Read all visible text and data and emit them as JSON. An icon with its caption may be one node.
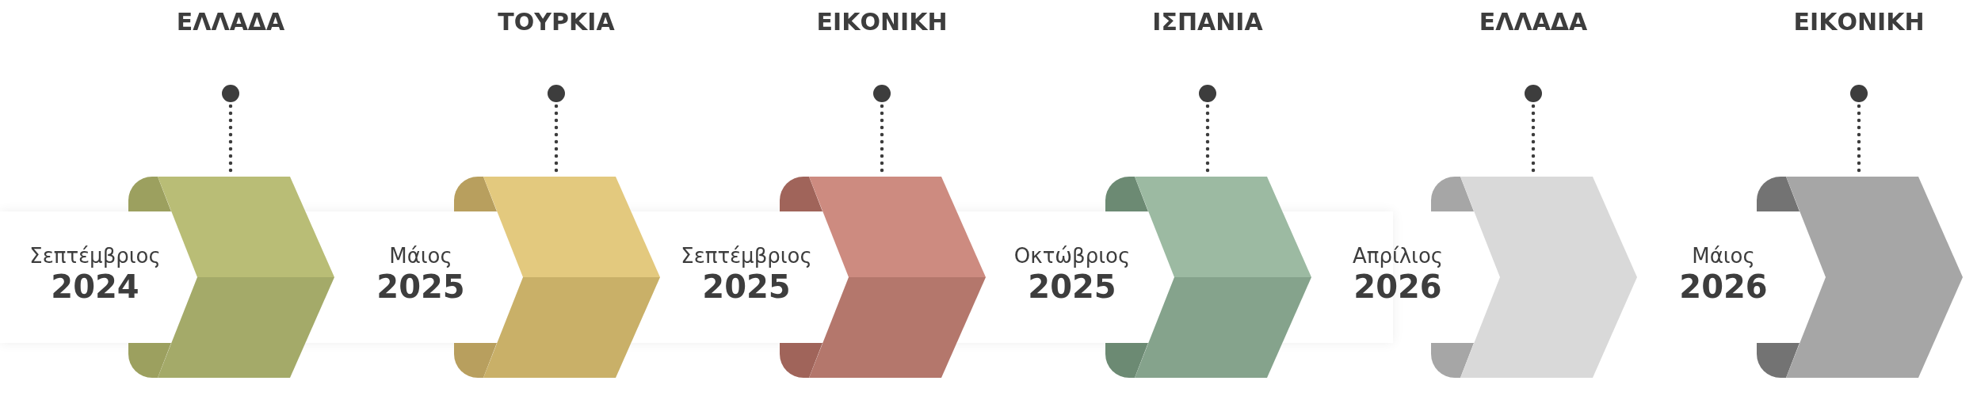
{
  "diagram": {
    "nodes": [
      {
        "text": [],
        "shape": "circle"
      },
      {
        "text": [],
        "shape": "chevron",
        "beside": [
          "Σεπτέμβριος",
          "2024"
        ]
      },
      {
        "text": [],
        "shape": "circle"
      },
      {
        "text": [],
        "shape": "chevron",
        "beside": [
          "Μάιος",
          "2025"
        ]
      },
      {
        "text": [],
        "shape": "circle"
      },
      {
        "text": [],
        "shape": "chevron",
        "beside": [
          "Σεπτέμβριος",
          "2025"
        ]
      },
      {
        "text": [],
        "shape": "circle"
      },
      {
        "text": [],
        "shape": "chevron",
        "beside": [
          "Οκτώβριος",
          "2025"
        ]
      },
      {
        "text": [],
        "shape": "circle"
      },
      {
        "text": [],
        "shape": "chevron",
        "beside": [
          "Απρίλιος",
          "2026"
        ]
      },
      {
        "text": [],
        "shape": "circle"
      },
      {
        "text": [],
        "shape": "chevron",
        "beside": [
          "Μάιος",
          "2026"
        ]
      }
    ],
    "edges": [
      {
        "from": 0,
        "to": 1,
        "arrow": "none",
        "style": "dashed"
      },
      {
        "from": 2,
        "to": 3,
        "arrow": "none",
        "style": "dashed"
      },
      {
        "from": 4,
        "to": 5,
        "arrow": "none",
        "style": "dashed"
      },
      {
        "from": 6,
        "to": 7,
        "arrow": "none",
        "style": "dashed"
      },
      {
        "from": 8,
        "to": 9,
        "arrow": "none",
        "style": "dashed"
      },
      {
        "from": 10,
        "to": 11,
        "arrow": "none",
        "style": "dashed"
      }
    ],
    "labels": [
      "ΕΛΛΑΔΑ",
      "ΤΟΥΡΚΙΑ",
      "ΕΙΚΟΝΙΚΗ",
      "ΙΣΠΑΝΙΑ",
      "ΕΛΛΑΔΑ",
      "ΕΙΚΟΝΙΚΗ"
    ]
  }
}
